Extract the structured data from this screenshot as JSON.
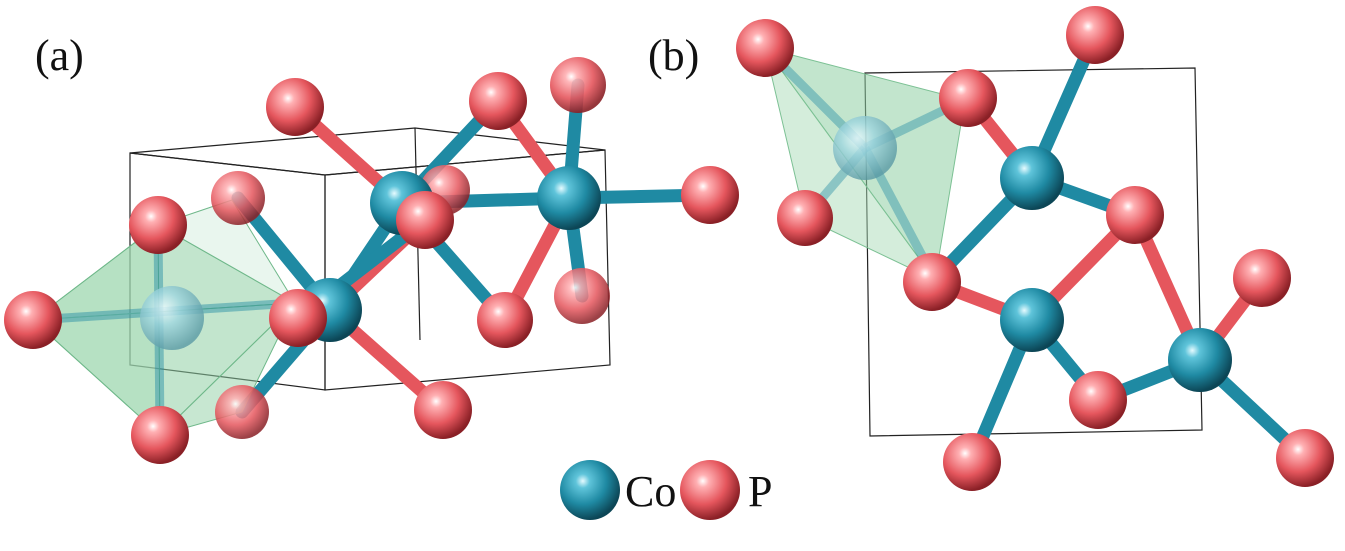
{
  "panels": [
    {
      "label": "(a)"
    },
    {
      "label": "(b)"
    }
  ],
  "legend": [
    {
      "element": "Co",
      "color": "#1f8aa3"
    },
    {
      "element": "P",
      "color": "#e5565d"
    }
  ],
  "colors": {
    "co": "#1f8aa3",
    "p": "#e5565d",
    "polyhedron": "#8fd0a4"
  }
}
